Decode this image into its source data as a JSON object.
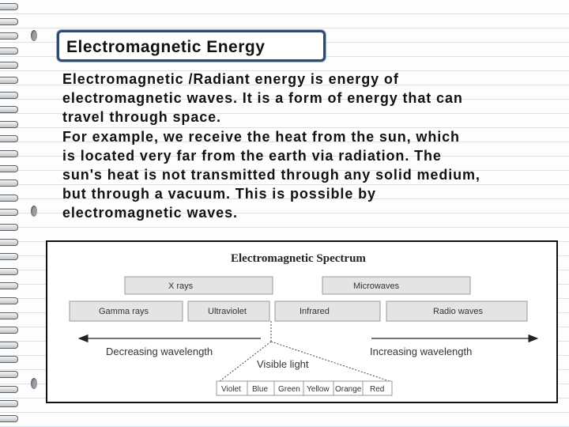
{
  "slide": {
    "title": "Electromagnetic Energy",
    "paragraph_lines": [
      "Electromagnetic /Radiant energy is energy of",
      "electromagnetic waves. It is a form of energy that can",
      "travel through space.",
      "For example, we receive the heat from the sun, which",
      "is located very far from the earth via radiation. The",
      "sun's heat is not transmitted through any solid medium,",
      "but through a vacuum. This is possible by",
      "electromagnetic waves."
    ]
  },
  "figure": {
    "title": "Electromagnetic Spectrum",
    "upper_bands": [
      "X rays",
      "Microwaves"
    ],
    "lower_bands": [
      "Gamma rays",
      "Ultraviolet",
      "Infrared",
      "Radio waves"
    ],
    "left_arrow_label": "Decreasing wavelength",
    "right_arrow_label": "Increasing wavelength",
    "visible_label": "Visible light",
    "visible_colors": [
      "Violet",
      "Blue",
      "Green",
      "Yellow",
      "Orange",
      "Red"
    ],
    "colors": {
      "band_fill": "#e4e4e4",
      "band_stroke": "#9a9a9a",
      "frame": "#111111"
    }
  }
}
